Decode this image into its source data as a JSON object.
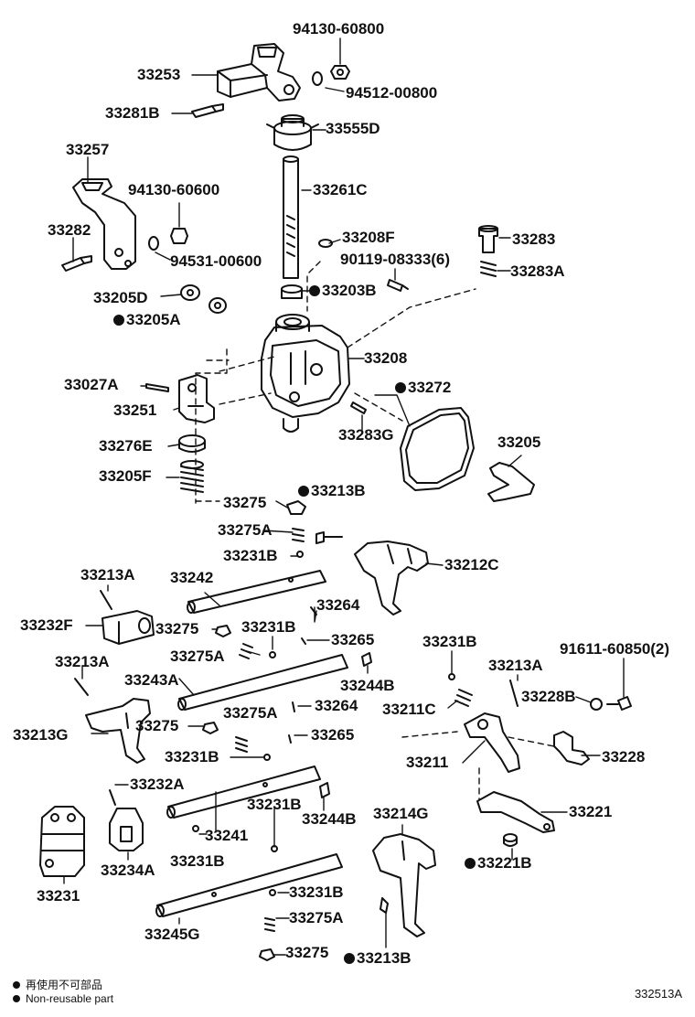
{
  "parts": [
    {
      "number": "94130-60800",
      "non_reusable": false
    },
    {
      "number": "33253",
      "non_reusable": false
    },
    {
      "number": "94512-00800",
      "non_reusable": false
    },
    {
      "number": "33281B",
      "non_reusable": false
    },
    {
      "number": "33555D",
      "non_reusable": false
    },
    {
      "number": "33257",
      "non_reusable": false
    },
    {
      "number": "94130-60600",
      "non_reusable": false
    },
    {
      "number": "33261C",
      "non_reusable": false
    },
    {
      "number": "33282",
      "non_reusable": false
    },
    {
      "number": "94531-00600",
      "non_reusable": false
    },
    {
      "number": "33208F",
      "non_reusable": false
    },
    {
      "number": "90119-08333(6)",
      "non_reusable": false
    },
    {
      "number": "33283",
      "non_reusable": false
    },
    {
      "number": "33283A",
      "non_reusable": false
    },
    {
      "number": "33205D",
      "non_reusable": false
    },
    {
      "number": "33203B",
      "non_reusable": true
    },
    {
      "number": "33205A",
      "non_reusable": true
    },
    {
      "number": "33208",
      "non_reusable": false
    },
    {
      "number": "33027A",
      "non_reusable": false
    },
    {
      "number": "33272",
      "non_reusable": true
    },
    {
      "number": "33251",
      "non_reusable": false
    },
    {
      "number": "33283G",
      "non_reusable": false
    },
    {
      "number": "33276E",
      "non_reusable": false
    },
    {
      "number": "33205",
      "non_reusable": false
    },
    {
      "number": "33205F",
      "non_reusable": false
    },
    {
      "number": "33275",
      "non_reusable": false
    },
    {
      "number": "33213B",
      "non_reusable": true
    },
    {
      "number": "33275A",
      "non_reusable": false
    },
    {
      "number": "33231B",
      "non_reusable": false
    },
    {
      "number": "33212C",
      "non_reusable": false
    },
    {
      "number": "33213A",
      "non_reusable": false
    },
    {
      "number": "33242",
      "non_reusable": false
    },
    {
      "number": "33264",
      "non_reusable": false
    },
    {
      "number": "33232F",
      "non_reusable": false
    },
    {
      "number": "33275",
      "non_reusable": false
    },
    {
      "number": "33231B",
      "non_reusable": false
    },
    {
      "number": "33265",
      "non_reusable": false
    },
    {
      "number": "33231B",
      "non_reusable": false
    },
    {
      "number": "91611-60850(2)",
      "non_reusable": false
    },
    {
      "number": "33213A",
      "non_reusable": false
    },
    {
      "number": "33275A",
      "non_reusable": false
    },
    {
      "number": "33244B",
      "non_reusable": false
    },
    {
      "number": "33213A",
      "non_reusable": false
    },
    {
      "number": "33243A",
      "non_reusable": false
    },
    {
      "number": "33228B",
      "non_reusable": false
    },
    {
      "number": "33275A",
      "non_reusable": false
    },
    {
      "number": "33264",
      "non_reusable": false
    },
    {
      "number": "33211C",
      "non_reusable": false
    },
    {
      "number": "33213G",
      "non_reusable": false
    },
    {
      "number": "33275",
      "non_reusable": false
    },
    {
      "number": "33265",
      "non_reusable": false
    },
    {
      "number": "33231B",
      "non_reusable": false
    },
    {
      "number": "33211",
      "non_reusable": false
    },
    {
      "number": "33228",
      "non_reusable": false
    },
    {
      "number": "33232A",
      "non_reusable": false
    },
    {
      "number": "33231B",
      "non_reusable": false
    },
    {
      "number": "33221",
      "non_reusable": false
    },
    {
      "number": "33241",
      "non_reusable": false
    },
    {
      "number": "33244B",
      "non_reusable": false
    },
    {
      "number": "33214G",
      "non_reusable": false
    },
    {
      "number": "33231B",
      "non_reusable": false
    },
    {
      "number": "33234A",
      "non_reusable": false
    },
    {
      "number": "33221B",
      "non_reusable": true
    },
    {
      "number": "33231",
      "non_reusable": false
    },
    {
      "number": "33231B",
      "non_reusable": false
    },
    {
      "number": "33275A",
      "non_reusable": false
    },
    {
      "number": "33245G",
      "non_reusable": false
    },
    {
      "number": "33275",
      "non_reusable": false
    },
    {
      "number": "33213B",
      "non_reusable": true
    }
  ],
  "legend": {
    "line1": "再使用不可部品",
    "line2": "Non-reusable part"
  },
  "diagram_code": "332513A",
  "colors": {
    "ink": "#111111",
    "background": "#ffffff"
  }
}
